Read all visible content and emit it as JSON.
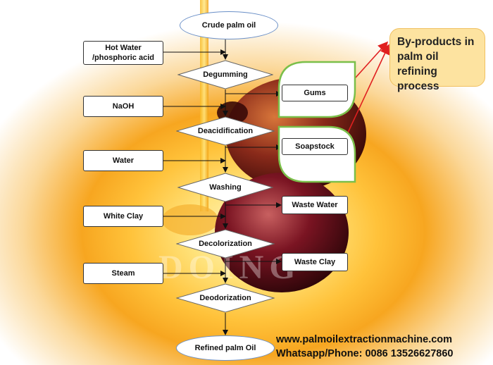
{
  "diagram": {
    "start": "Crude palm oil",
    "end": "Refined palm Oil",
    "steps": [
      "Degumming",
      "Deacidification",
      "Washing",
      "Decolorization",
      "Deodorization"
    ],
    "inputs": [
      "Hot Water\n/phosphoric acid",
      "NaOH",
      "Water",
      "White Clay",
      "Steam"
    ],
    "outputs": [
      "Gums",
      "Soapstock",
      "Waste Water",
      "Waste Clay"
    ],
    "callout": "By-products in palm oil refining process",
    "watermark": "DOING"
  },
  "footer": {
    "website": "www.palmoilextractionmachine.com",
    "contact": "Whatsapp/Phone: 0086 13526627860"
  },
  "colors": {
    "arrow_red": "#e02020",
    "leaf_border": "#7bbf4a",
    "ellipse_border": "#6a8fc7",
    "callout_fill": "#fde3a0"
  }
}
